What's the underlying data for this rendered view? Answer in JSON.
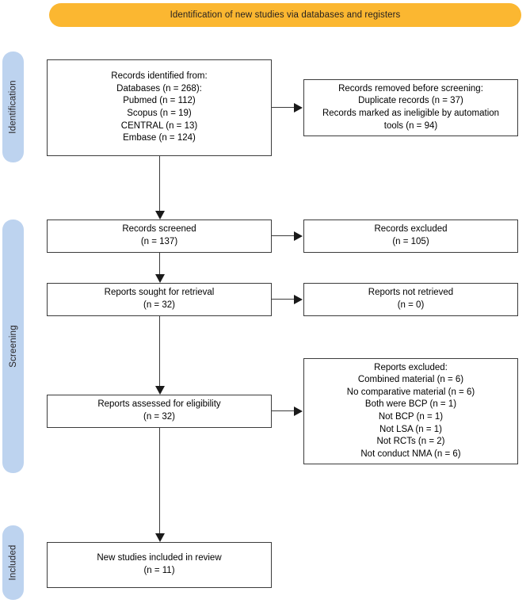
{
  "banner": {
    "label": "Identification of new studies via databases and registers",
    "color": "#fbb731"
  },
  "stages": {
    "color": "#bdd3ef",
    "identification": "Identification",
    "screening": "Screening",
    "included": "Included"
  },
  "boxes": {
    "identified": {
      "lines": [
        "Records identified from:",
        "Databases (n = 268):",
        "Pubmed (n = 112)",
        "Scopus (n = 19)",
        "CENTRAL (n = 13)",
        "Embase (n = 124)"
      ]
    },
    "removed": {
      "lines": [
        "Records removed before screening:",
        "Duplicate records (n = 37)",
        "Records marked as ineligible by automation",
        "tools (n = 94)"
      ]
    },
    "screened": {
      "lines": [
        "Records screened",
        "(n = 137)"
      ]
    },
    "records_excluded": {
      "lines": [
        "Records excluded",
        "(n = 105)"
      ]
    },
    "sought": {
      "lines": [
        "Reports sought for retrieval",
        "(n = 32)"
      ]
    },
    "not_retrieved": {
      "lines": [
        "Reports not retrieved",
        "(n = 0)"
      ]
    },
    "assessed": {
      "lines": [
        "Reports assessed for eligibility",
        "(n = 32)"
      ]
    },
    "reports_excluded": {
      "lines": [
        "Reports excluded:",
        "Combined material (n = 6)",
        "No comparative material (n = 6)",
        "Both were BCP (n = 1)",
        "Not BCP (n = 1)",
        "Not LSA (n = 1)",
        "Not RCTs (n = 2)",
        "Not conduct NMA (n = 6)"
      ]
    },
    "included": {
      "lines": [
        "New studies included in review",
        "(n = 11)"
      ]
    }
  }
}
